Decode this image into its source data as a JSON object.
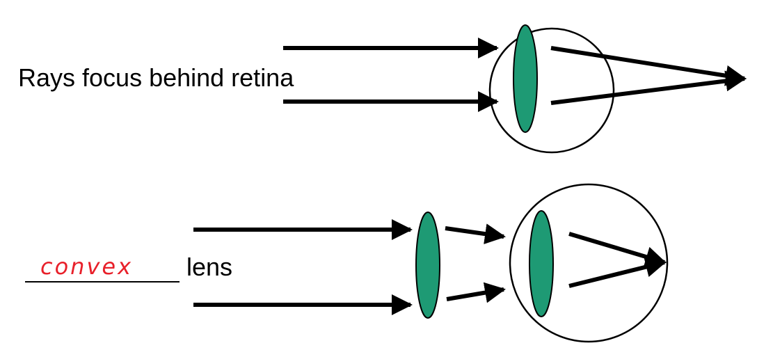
{
  "top_panel": {
    "caption": "Rays focus behind retina"
  },
  "bottom_panel": {
    "blank_answer": "convex",
    "caption_suffix": "lens"
  },
  "colors": {
    "lens_fill": "#1e9a74",
    "ink": "#000000",
    "handwriting": "#e8202a",
    "background": "#ffffff"
  }
}
